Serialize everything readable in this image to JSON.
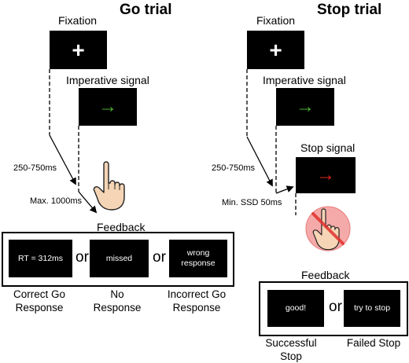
{
  "go_trial": {
    "title": "Go trial",
    "fixation_label": "Fixation",
    "fixation_symbol": "+",
    "imperative_label": "Imperative signal",
    "imperative_arrow": "→",
    "imperative_color": "#4caf35",
    "delay_label": "250-750ms",
    "max_label": "Max. 1000ms",
    "feedback_label": "Feedback",
    "screens": [
      "RT = 312ms",
      "missed",
      "wrong\nresponse"
    ],
    "or_text": "or",
    "captions": [
      "Correct Go\nResponse",
      "No\nResponse",
      "Incorrect Go\nResponse"
    ]
  },
  "stop_trial": {
    "title": "Stop trial",
    "fixation_label": "Fixation",
    "fixation_symbol": "+",
    "imperative_label": "Imperative signal",
    "imperative_arrow": "→",
    "imperative_color": "#4caf35",
    "stop_label": "Stop signal",
    "stop_arrow": "→",
    "stop_color": "#e0231c",
    "delay_label": "250-750ms",
    "ssd_label": "Min. SSD 50ms",
    "feedback_label": "Feedback",
    "screens": [
      "good!",
      "try to stop"
    ],
    "or_text": "or",
    "captions": [
      "Successful\nStop",
      "Failed Stop"
    ]
  },
  "icons": [
    "pointing-hand-icon",
    "prohibited-hand-icon"
  ]
}
